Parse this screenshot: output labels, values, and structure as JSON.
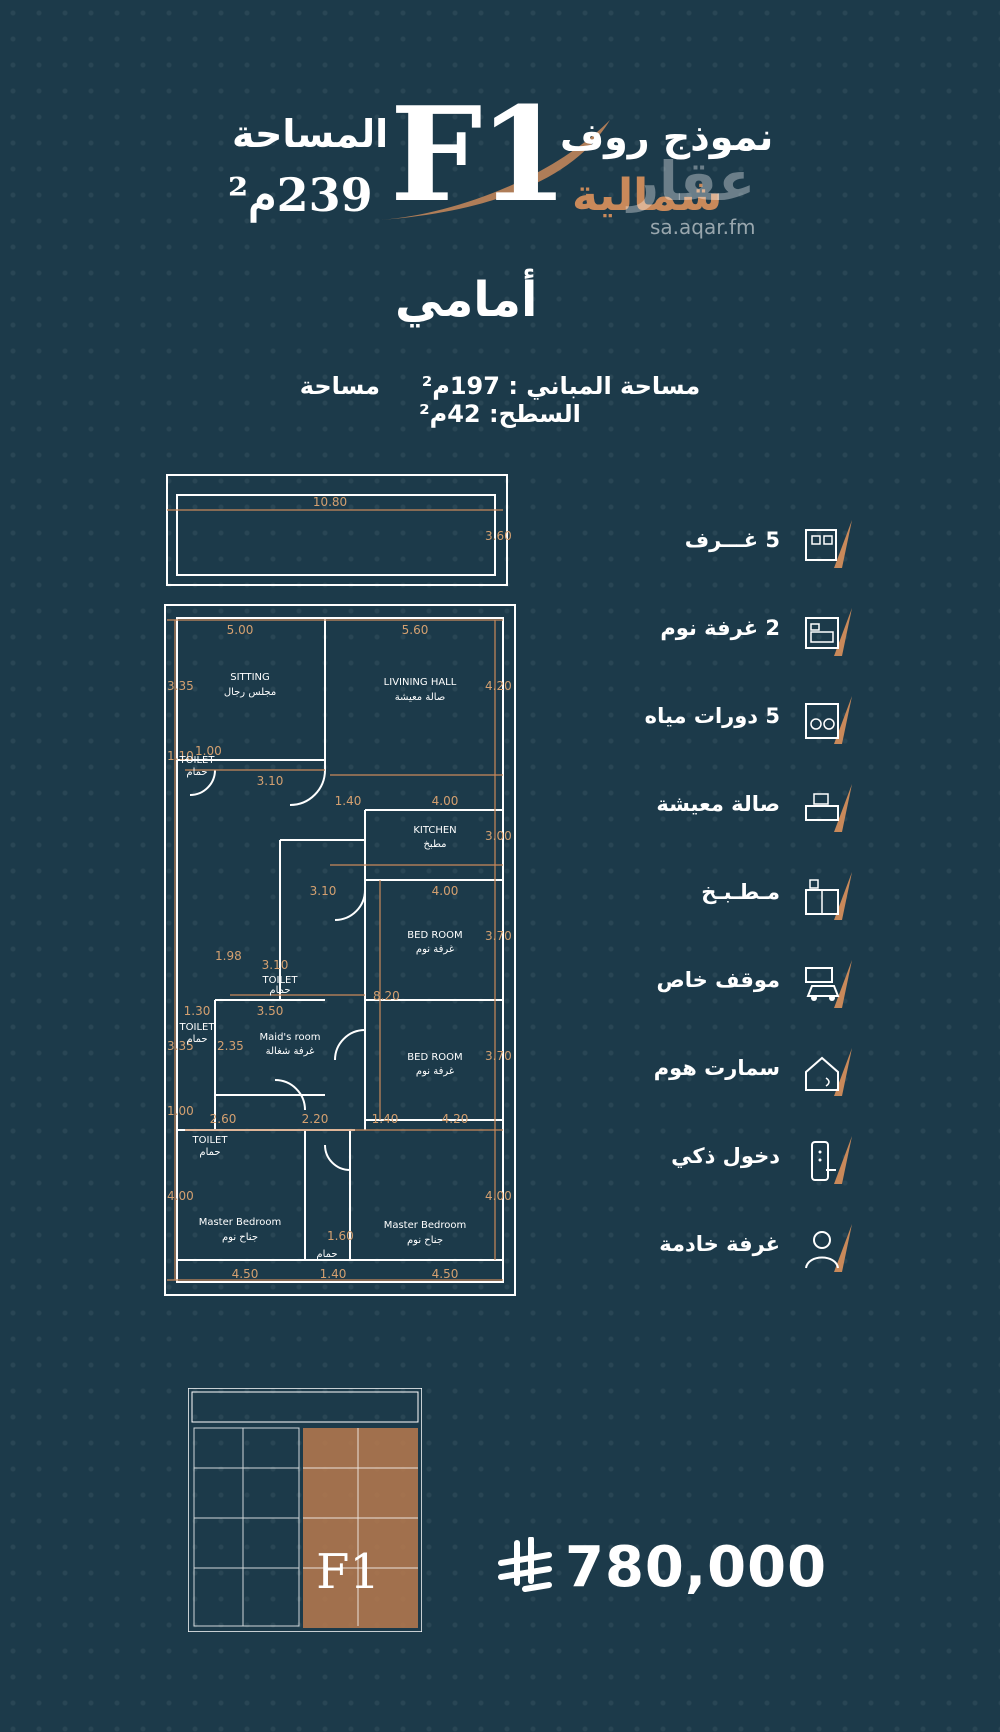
{
  "header": {
    "model_title": "نموذج روف",
    "model_sub": "شمالية",
    "unit_code": "F1",
    "area_label": "المساحة",
    "area_value": "239م²",
    "watermark": "عقار",
    "watermark_url": "sa.aqar.fm",
    "direction": "أمامي"
  },
  "areas": {
    "building_label": "مساحة المباني :",
    "building_value": "197م²",
    "roof_label": "مساحة السطح:",
    "roof_value": "42م²"
  },
  "plan": {
    "dims": {
      "top_width": "10.80",
      "roof_depth": "3.60",
      "w_left": "5.00",
      "w_right": "5.60",
      "d1": "3.35",
      "d2": "4.20",
      "d3": "1.10",
      "d4": "1.00",
      "w3": "3.10",
      "w4": "1.40",
      "w5": "4.00",
      "d5": "3.00",
      "w6": "3.10",
      "w7": "4.00",
      "d6": "3.70",
      "d7": "1.98",
      "w8": "3.10",
      "d8": "8.20",
      "w9": "1.30",
      "w10": "3.50",
      "d9": "3.35",
      "d10": "2.35",
      "d11": "3.70",
      "w11": "2.60",
      "w12": "2.20",
      "w13": "1.40",
      "w14": "4.20",
      "d12": "1.00",
      "d13": "4.00",
      "d14": "1.60",
      "d15": "4.00",
      "b1": "4.50",
      "b2": "1.40",
      "b3": "4.50"
    },
    "rooms": {
      "sitting_en": "SITTING",
      "sitting_ar": "مجلس رجال",
      "living_en": "LIVINING HALL",
      "living_ar": "صالة معيشة",
      "toilet_en": "TOILET",
      "toilet_ar": "حمام",
      "kitchen_en": "KITCHEN",
      "kitchen_ar": "مطبخ",
      "bed_en": "BED ROOM",
      "bed_ar": "غرفة نوم",
      "maid_en": "Maid's room",
      "maid_ar": "غرفة شغالة",
      "master_en": "Master Bedroom",
      "master_ar": "جناح نوم"
    }
  },
  "features": [
    {
      "label": "5 غـــرف",
      "icon": "rooms-icon"
    },
    {
      "label": "2 غرفة نوم",
      "icon": "bed-icon"
    },
    {
      "label": "5 دورات مياه",
      "icon": "wc-icon"
    },
    {
      "label": "صالة معيشة",
      "icon": "sofa-icon"
    },
    {
      "label": "مـطـبـخ",
      "icon": "kitchen-icon"
    },
    {
      "label": "موقف خاص",
      "icon": "car-icon"
    },
    {
      "label": "سمارت هوم",
      "icon": "smart-home-icon"
    },
    {
      "label": "دخول ذكي",
      "icon": "smart-lock-icon"
    },
    {
      "label": "غرفة خادمة",
      "icon": "maid-icon"
    }
  ],
  "mini_plan": {
    "label": "F1"
  },
  "price": {
    "value": "780,000",
    "currency_icon": "riyal-icon"
  },
  "colors": {
    "background": "#1c3a4a",
    "accent": "#c9895a",
    "line": "#ffffff"
  }
}
